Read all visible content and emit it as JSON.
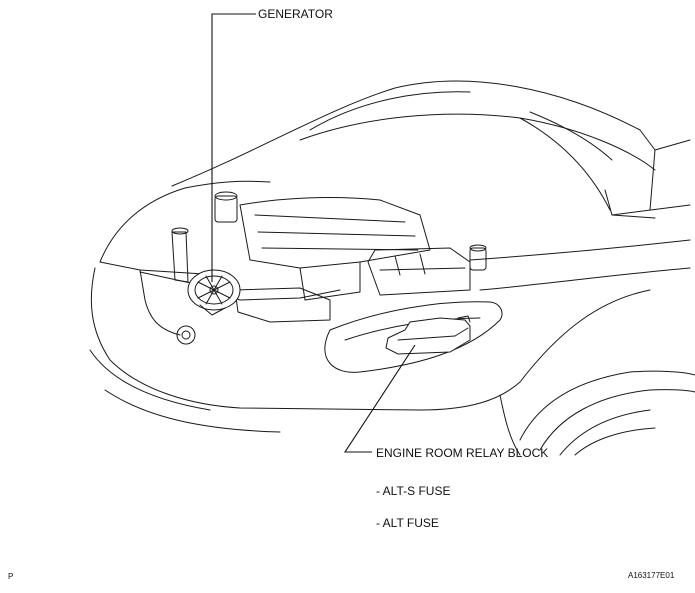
{
  "labels": {
    "generator": "GENERATOR",
    "relay_block": "ENGINE ROOM RELAY BLOCK",
    "alt_s_fuse": "- ALT-S FUSE",
    "alt_fuse": "- ALT FUSE",
    "figure_id": "A163177E01",
    "page_marker": "P"
  },
  "colors": {
    "line": "#1a1a1a",
    "background": "#ffffff"
  }
}
